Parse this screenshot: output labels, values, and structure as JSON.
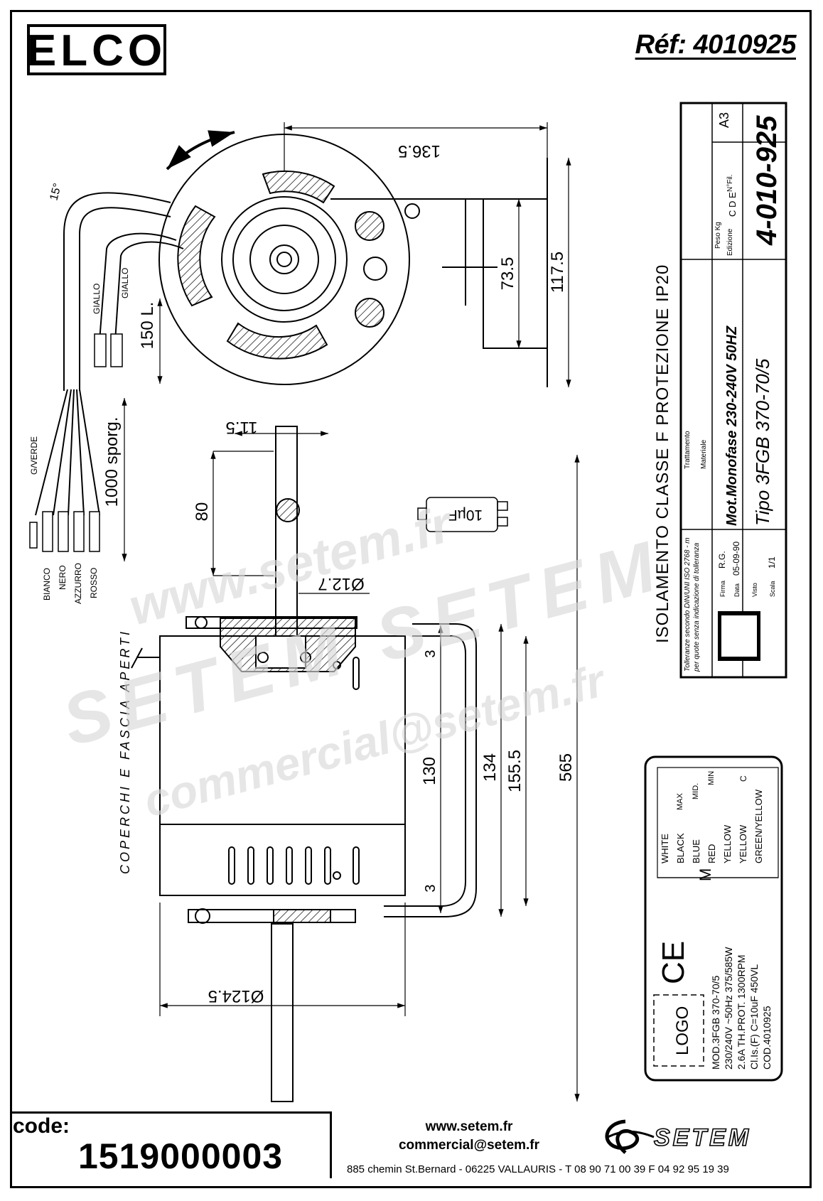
{
  "header": {
    "brand": "ELCO",
    "reference": "Réf: 4010925"
  },
  "dimensions": {
    "d136_5": "136.5",
    "d73_5": "73.5",
    "d117_5": "117.5",
    "d150L": "150 L.",
    "d1000": "1000 sporg.",
    "d11_5": "11.5",
    "d80": "80",
    "d12_7": "Ø12.7",
    "d3a": "3",
    "d3b": "3",
    "d130": "130",
    "d134": "134",
    "d155_5": "155.5",
    "d565": "565",
    "d124_5": "Ø124.5",
    "angle": "15°"
  },
  "wires": {
    "top": [
      "GIALLO",
      "GIALLO"
    ],
    "bottom": [
      "BIANCO",
      "NERO",
      "AZZURRO",
      "ROSSO"
    ],
    "ground": "G/VERDE"
  },
  "capacitor": "10µF",
  "side_note": "COPERCHI E FASCIA APERTI",
  "title_block": {
    "insulation": "ISOLAMENTO CLASSE F  PROTEZIONE IP20",
    "tolerance1": "Tolleranze secondo DIN/UNI ISO 2768 - m",
    "tolerance2": "per quote senza indicazione di tolleranza",
    "treatment": "Trattamento",
    "material": "Materiale",
    "motor": "Mot.Monofase 230-240V 50HZ",
    "type": "Tipo 3FGB 370-70/5",
    "firma_label": "Firma",
    "firma": "R.G.",
    "data_label": "Data",
    "data": "05-09-90",
    "visto_label": "Visto",
    "scala_label": "Scala",
    "scala": "1/1",
    "peso": "Peso Kg",
    "edizione": "Edizione",
    "edizioni": [
      "C",
      "D",
      "E"
    ],
    "nfogli": "N°Fil.",
    "format": "A3",
    "number": "4-010-925"
  },
  "wiring_diagram": {
    "wires": [
      "WHITE",
      "BLACK",
      "BLUE",
      "RED",
      "YELLOW",
      "YELLOW",
      "GREEN/YELLOW"
    ],
    "speeds": [
      "MAX",
      "MID.",
      "MIN"
    ],
    "cap_label": "C"
  },
  "nameplate": {
    "logo": "LOGO",
    "ce": "CE",
    "lines": [
      "MOD.3FGB 370-70/5",
      "230/240V ~50Hz  375/585W",
      "2.6A  TH.PROT.  1300RPM",
      "Cl.Is.(F)  C=10uF  450VL",
      "COD.4010925"
    ]
  },
  "watermark": {
    "line1": "www.setem.fr",
    "line2": "SETEM  SETEM",
    "line3": "commercial@setem.fr"
  },
  "footer": {
    "code_label": "code:",
    "code_value": "1519000003",
    "website": "www.setem.fr",
    "email": "commercial@setem.fr",
    "address": "885 chemin St.Bernard  -  06225 VALLAURIS  -  T 08 90 71 00 39  F 04 92 95 19 39",
    "logo_text": "SETEM"
  }
}
